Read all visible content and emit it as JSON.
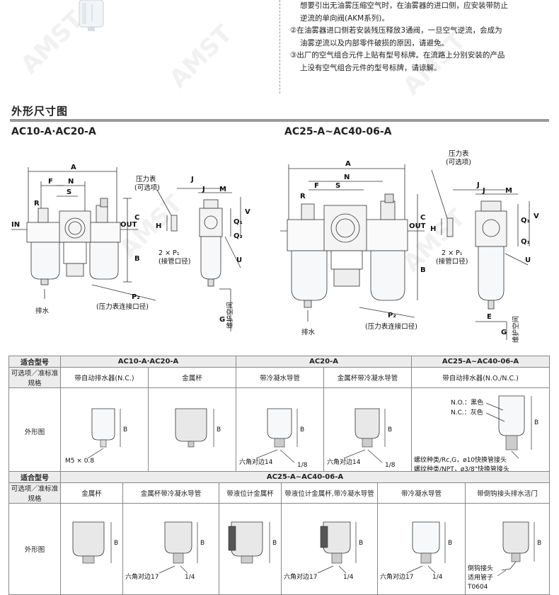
{
  "notes": [
    "想要引出无油雾压缩空气时，在油雾器的进口侧，应安装带防止",
    "逆流的单向阀(AKM系列)。",
    "②在油雾器进口侧若安装残压释放3通阀，一旦空气逆流，会成为",
    "油雾逆流以及内部零件破损的原因，请避免。",
    "③出厂的空气组合元件上贴有型号标牌。在流路上分别安装的产品",
    "上没有空气组合元件的型号标牌，请谅解。"
  ],
  "section_title": "外形尺寸图",
  "left_model": "AC10-A·AC20-A",
  "right_model": "AC25-A~AC40-06-A",
  "dims": {
    "A": "A",
    "N": "N",
    "F": "F",
    "S": "S",
    "R": "R",
    "C": "C",
    "B": "B",
    "J": "J",
    "M": "M",
    "V": "V",
    "H": "H",
    "U": "U",
    "E": "E",
    "G": "G",
    "Q1": "Q₁",
    "Q2": "Q₂",
    "P1": "2 × P₁",
    "P2": "P₂",
    "IN": "IN",
    "OUT": "OUT"
  },
  "labels": {
    "gauge": "压力表",
    "gauge_opt": "(可选项)",
    "pipe": "(接管口径)",
    "gauge_port": "(压力表连接口径)",
    "drain": "排水",
    "maint": "维护空间"
  },
  "table1": {
    "hdr_model": "适合型号",
    "hdr_spec": "可选项／准标准规格",
    "row_label": "外形图",
    "groups": [
      "AC10-A·AC20-A",
      "AC20-A",
      "AC25-A~AC40-06-A"
    ],
    "cols": [
      "带自动排水器(N.C.)",
      "金属杯",
      "带冷凝水导管",
      "金属杯带冷凝水导管",
      "带自动排水器(N.O./N.C.)"
    ],
    "m5": "M5 × 0.8",
    "hex14": "六角对边14",
    "frac18": "1/8",
    "no_black": "N.O.：黑色",
    "nc_gray": "N.C.：灰色",
    "thread1": "螺纹种类/Rc,G，ø10快换管接头",
    "thread2": "螺纹种类/NPT，ø3/8\"快换管接头",
    "B": "B"
  },
  "table2": {
    "hdr_model": "适合型号",
    "hdr_spec": "可选项／准标准规格",
    "row_label": "外形图",
    "group": "AC25-A~AC40-06-A",
    "cols": [
      "金属杯",
      "金属杯带冷凝水导管",
      "带液位计金属杯",
      "带液位计金属杯,带冷凝水导管",
      "带冷凝水导管",
      "带倒钩接头排水活门"
    ],
    "hex17": "六角对边17",
    "frac14": "1/4",
    "barb1": "倒钩接头",
    "barb2": "适用管子",
    "barb3": "T0604",
    "B": "B"
  },
  "watermark": "AMST"
}
